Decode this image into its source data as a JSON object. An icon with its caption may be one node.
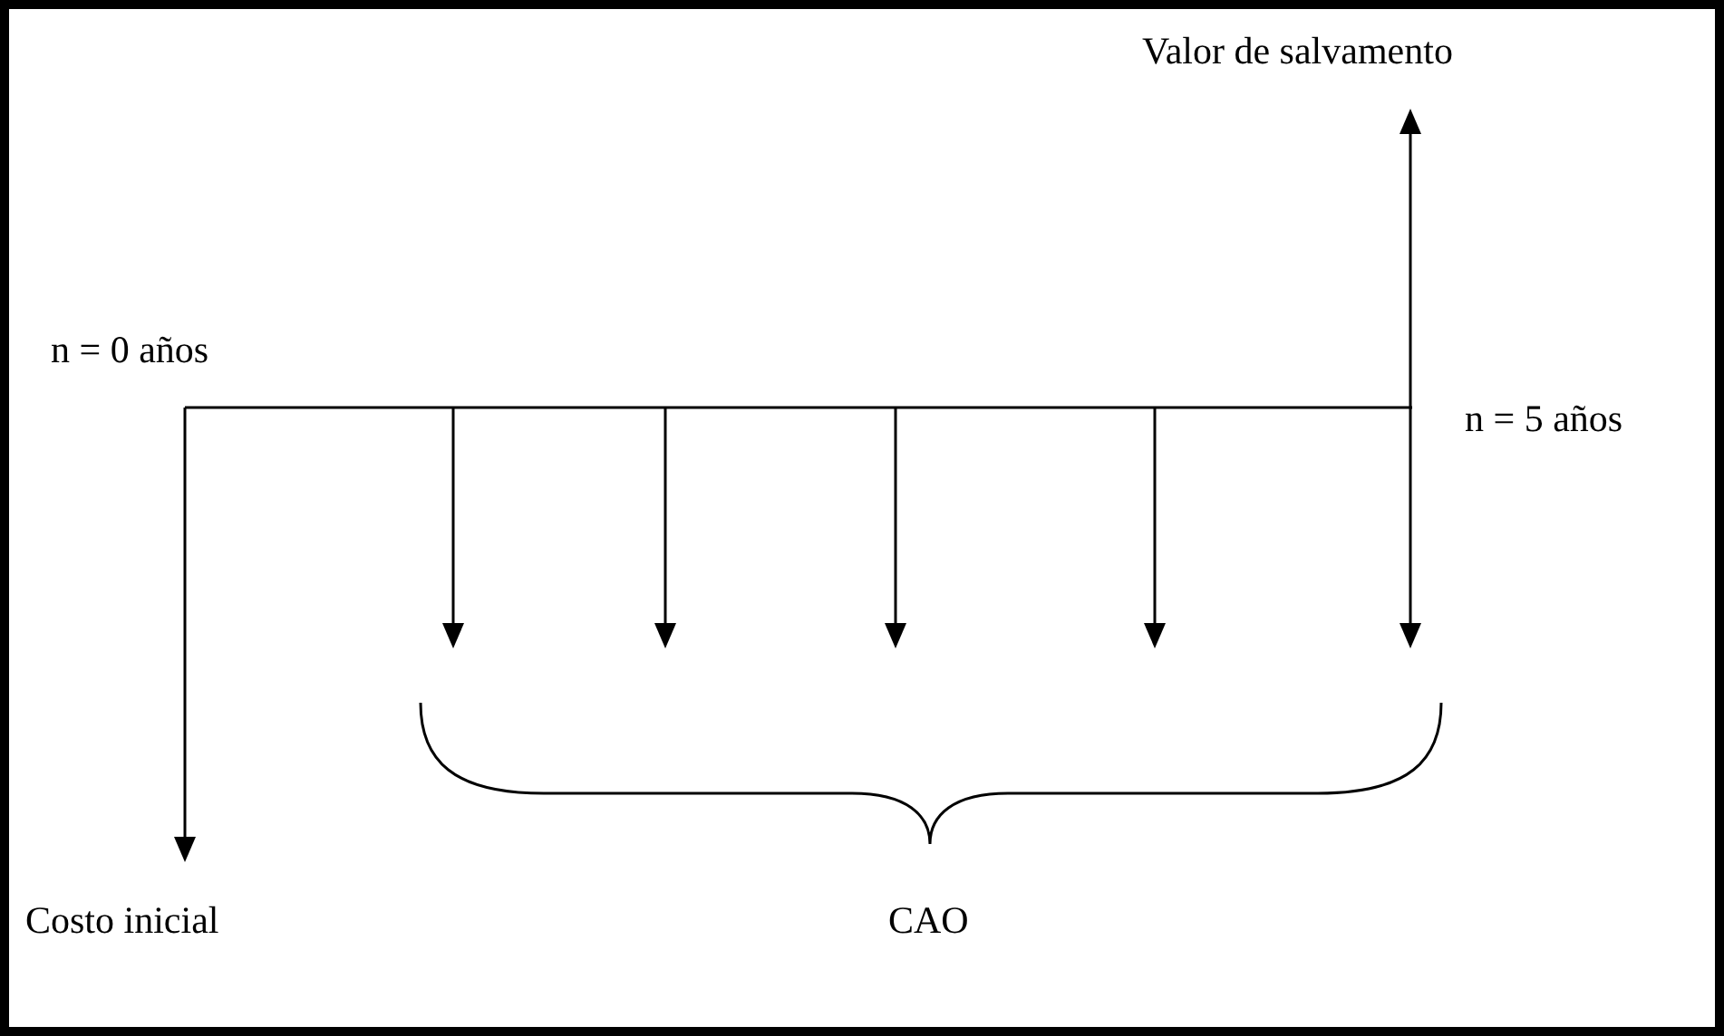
{
  "diagram": {
    "labels": [
      "Valor de salvamento",
      "n = 0 años",
      "n = 5 años",
      "Costo inicial",
      "CAO"
    ]
  }
}
